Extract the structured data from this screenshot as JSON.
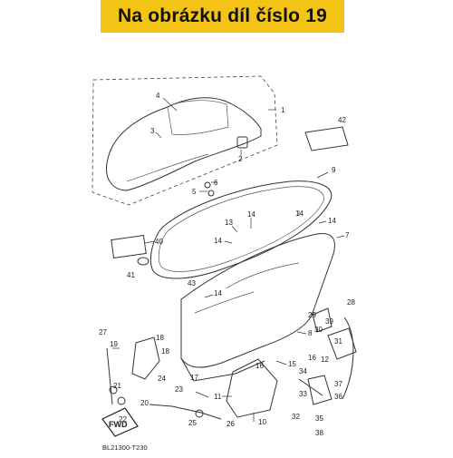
{
  "banner": {
    "text": "Na obrázku díl číslo 19",
    "color": "#f3c316"
  },
  "diagram": {
    "callouts": [
      "1",
      "2",
      "3",
      "4",
      "5",
      "6",
      "7",
      "8",
      "9",
      "10",
      "11",
      "12",
      "13",
      "14",
      "14",
      "14",
      "14",
      "14",
      "15",
      "16",
      "16",
      "17",
      "18",
      "18",
      "19",
      "20",
      "21",
      "22",
      "23",
      "24",
      "25",
      "26",
      "27",
      "28",
      "29",
      "30",
      "31",
      "32",
      "33",
      "34",
      "35",
      "36",
      "37",
      "38",
      "39",
      "40",
      "41",
      "42",
      "43"
    ],
    "fwd_label": "FWD",
    "code": "BL21300-T230"
  }
}
